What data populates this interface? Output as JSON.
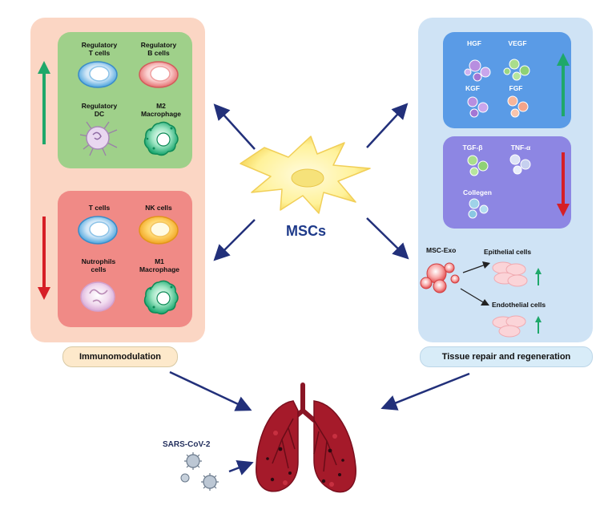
{
  "center": {
    "label": "MSCs"
  },
  "left": {
    "caption": "Immunomodulation",
    "upregulated": [
      {
        "label": "Regulatory\nT cells"
      },
      {
        "label": "Regulatory\nB cells"
      },
      {
        "label": "Regulatory\nDC"
      },
      {
        "label": "M2\nMacrophage"
      }
    ],
    "downregulated": [
      {
        "label": "T cells"
      },
      {
        "label": "NK cells"
      },
      {
        "label": "Nutrophils\ncells"
      },
      {
        "label": "M1\nMacrophage"
      }
    ]
  },
  "right": {
    "caption": "Tissue repair and regeneration",
    "upregulated": [
      {
        "label": "HGF"
      },
      {
        "label": "VEGF"
      },
      {
        "label": "KGF"
      },
      {
        "label": "FGF"
      }
    ],
    "downregulated": [
      {
        "label": "TGF-β"
      },
      {
        "label": "TNF-α"
      },
      {
        "label": "Collegen"
      }
    ],
    "exo": {
      "source": "MSC-Exo",
      "targets": [
        {
          "label": "Epithelial cells"
        },
        {
          "label": "Endothelial cells"
        }
      ]
    }
  },
  "bottom": {
    "virus": "SARS-CoV-2"
  },
  "colors": {
    "arrow": "#22307a",
    "up_arrow": "#1fa86a",
    "down_arrow": "#d61f26",
    "lung": "#a51a2a"
  }
}
